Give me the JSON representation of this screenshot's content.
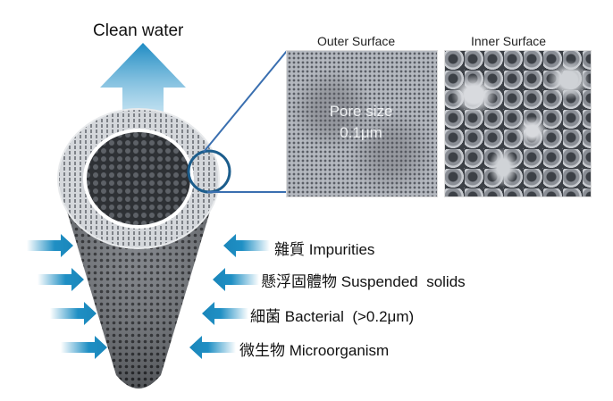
{
  "diagram": {
    "title": "Clean water",
    "panels": [
      {
        "label": "Outer Surface",
        "overlay_line1": "Pore size",
        "overlay_line2": "0.1μm"
      },
      {
        "label": "Inner Surface"
      }
    ],
    "filtered_items": [
      {
        "zh": "雜質",
        "en": "Impurities"
      },
      {
        "zh": "懸浮固體物",
        "en": "Suspended  solids"
      },
      {
        "zh": "細菌",
        "en": "Bacterial  (>0.2μm)"
      },
      {
        "zh": "微生物",
        "en": "Microorganism"
      }
    ],
    "colors": {
      "arrow_blue": "#1f8fc4",
      "callout_line": "#3a6fb0",
      "membrane_dark": "#4a4d52",
      "membrane_light": "#c9ccd1"
    }
  }
}
